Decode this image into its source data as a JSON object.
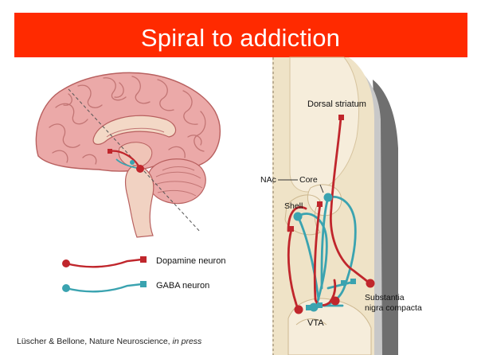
{
  "slide": {
    "title": "Spiral to addiction",
    "citation": "Lüscher & Bellone, Nature Neuroscience, ",
    "citation_italic": "in press"
  },
  "legend": {
    "dopamine": "Dopamine neuron",
    "gaba": "GABA neuron"
  },
  "labels": {
    "dorsal_striatum": "Dorsal striatum",
    "nac": "NAc",
    "core": "Core",
    "shell": "Shell",
    "vta": "VTA",
    "snc_line1": "Substantia",
    "snc_line2": "nigra compacta"
  },
  "colors": {
    "title_bg": "#ff2a00",
    "dopamine": "#c0262c",
    "gaba": "#3aa3b0",
    "brain_pink": "#eba9a8",
    "section_tan": "#efe3c7",
    "section_dark": "#6f6f6f"
  }
}
